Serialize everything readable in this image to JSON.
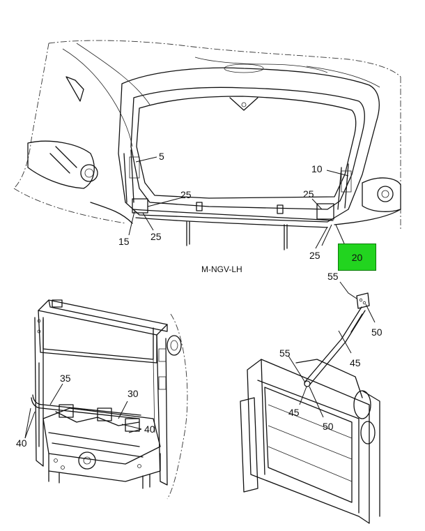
{
  "diagram": {
    "view_label": "M-NGV-LH",
    "highlighted_callout": "20",
    "highlight_color": "#22d41f",
    "callouts": [
      "5",
      "10",
      "15",
      "25",
      "25",
      "25",
      "25",
      "20",
      "55",
      "50",
      "45",
      "55",
      "45",
      "50",
      "35",
      "30",
      "40",
      "40"
    ]
  }
}
